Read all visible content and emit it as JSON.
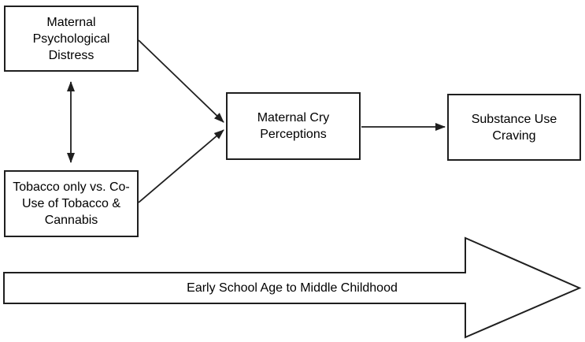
{
  "diagram": {
    "type": "conceptual-model",
    "nodes": [
      {
        "id": "maternal-psychological-distress",
        "label": "Maternal\nPsychological\nDistress"
      },
      {
        "id": "tobacco-only-vs-co-use",
        "label": "Tobacco only vs. Co-\nUse of Tobacco &\nCannabis"
      },
      {
        "id": "maternal-cry-perceptions",
        "label": "Maternal Cry\nPerceptions"
      },
      {
        "id": "substance-use-craving",
        "label": "Substance Use\nCraving"
      }
    ],
    "edges": [
      {
        "from": "maternal-psychological-distress",
        "to": "tobacco-only-vs-co-use",
        "type": "bidirectional"
      },
      {
        "from": "maternal-psychological-distress",
        "to": "maternal-cry-perceptions",
        "type": "directed"
      },
      {
        "from": "tobacco-only-vs-co-use",
        "to": "maternal-cry-perceptions",
        "type": "directed"
      },
      {
        "from": "maternal-cry-perceptions",
        "to": "substance-use-craving",
        "type": "directed"
      }
    ],
    "timeline": {
      "label": "Early School Age to Middle Childhood"
    },
    "colors": {
      "stroke": "#1f1f1f",
      "background": "#ffffff",
      "text": "#000000"
    }
  }
}
